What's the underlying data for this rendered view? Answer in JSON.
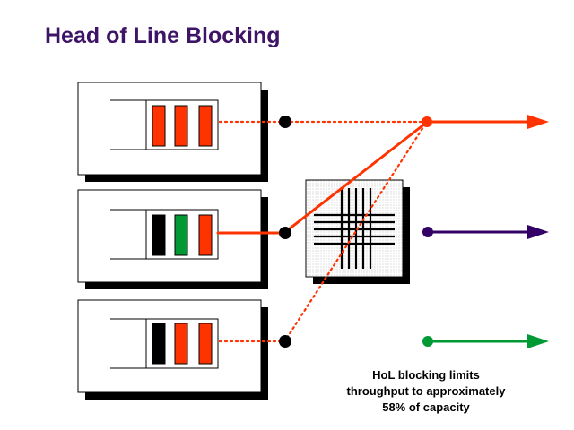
{
  "title": "Head of Line Blocking",
  "caption": {
    "lines": [
      "HoL blocking limits",
      "throughput to approximately",
      "58% of capacity"
    ]
  },
  "colors": {
    "title": "#3d1466",
    "red": "#ff3300",
    "green": "#009933",
    "black": "#000000",
    "purple": "#330066",
    "shadow": "#000000"
  },
  "input_queues": [
    {
      "name": "input-queue-1",
      "cells": [
        "red",
        "red",
        "red"
      ]
    },
    {
      "name": "input-queue-2",
      "cells": [
        "black",
        "green",
        "red"
      ]
    },
    {
      "name": "input-queue-3",
      "cells": [
        "black",
        "red",
        "red"
      ]
    }
  ],
  "outputs": [
    {
      "name": "output-port-1",
      "color": "red"
    },
    {
      "name": "output-port-2",
      "color": "purple"
    },
    {
      "name": "output-port-3",
      "color": "green"
    }
  ],
  "crossbar": {
    "icon": "crossbar-switch-icon"
  }
}
